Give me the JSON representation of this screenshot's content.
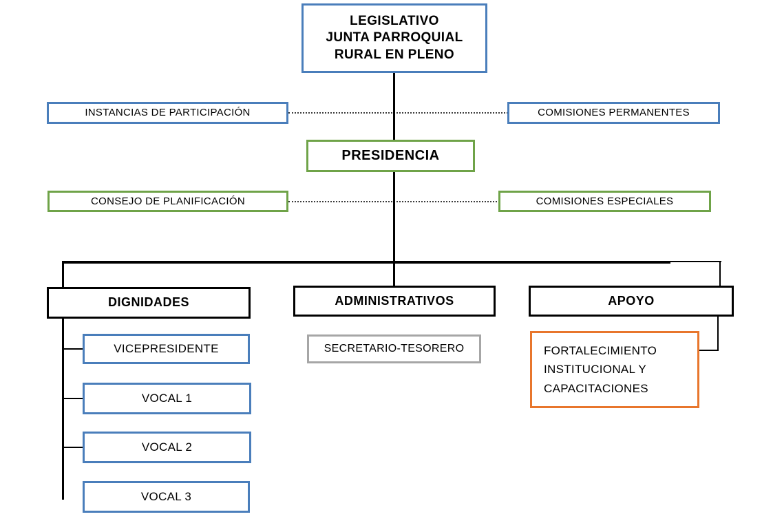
{
  "diagram": {
    "title": "Organigrama Junta Parroquial Rural",
    "colors": {
      "blue_border": "#4a7ebb",
      "green_border": "#6fa348",
      "black_border": "#000000",
      "gray_border": "#a6a6a6",
      "orange_border": "#e8762c",
      "connector": "#000000",
      "dotted_connector": "#3b3b3b",
      "background": "#ffffff",
      "text": "#000000"
    },
    "nodes": {
      "legislativo": {
        "label": "LEGISLATIVO\nJUNTA PARROQUIAL\nRURAL EN PLENO",
        "border_color": "#4a7ebb",
        "level": "legislative"
      },
      "instancias_participacion": {
        "label": "INSTANCIAS  DE  PARTICIPACIÓN",
        "border_color": "#4a7ebb",
        "level": "legislative-support"
      },
      "comisiones_permanentes": {
        "label": "COMISIONES  PERMANENTES",
        "border_color": "#4a7ebb",
        "level": "legislative-support"
      },
      "presidencia": {
        "label": "PRESIDENCIA",
        "border_color": "#6fa348",
        "level": "executive"
      },
      "consejo_planificacion": {
        "label": "CONSEJO DE PLANIFICACIÓN",
        "border_color": "#6fa348",
        "level": "executive-support"
      },
      "comisiones_especiales": {
        "label": "COMISIONES  ESPECIALES",
        "border_color": "#6fa348",
        "level": "executive-support"
      },
      "dignidades": {
        "label": "DIGNIDADES",
        "border_color": "#000000",
        "level": "category"
      },
      "administrativos": {
        "label": "ADMINISTRATIVOS",
        "border_color": "#000000",
        "level": "category"
      },
      "apoyo": {
        "label": "APOYO",
        "border_color": "#000000",
        "level": "category"
      },
      "vicepresidente": {
        "label": "VICEPRESIDENTE",
        "border_color": "#4a7ebb",
        "level": "unit"
      },
      "vocal_1": {
        "label": "VOCAL 1",
        "border_color": "#4a7ebb",
        "level": "unit"
      },
      "vocal_2": {
        "label": "VOCAL 2",
        "border_color": "#4a7ebb",
        "level": "unit"
      },
      "vocal_3": {
        "label": "VOCAL 3",
        "border_color": "#4a7ebb",
        "level": "unit"
      },
      "secretario_tesorero": {
        "label": "SECRETARIO-TESORERO",
        "border_color": "#a6a6a6",
        "level": "unit"
      },
      "fortalecimiento": {
        "label": "FORTALECIMIENTO\nINSTITUCIONAL   Y\nCAPACITACIONES",
        "border_color": "#e8762c",
        "level": "unit"
      }
    }
  }
}
